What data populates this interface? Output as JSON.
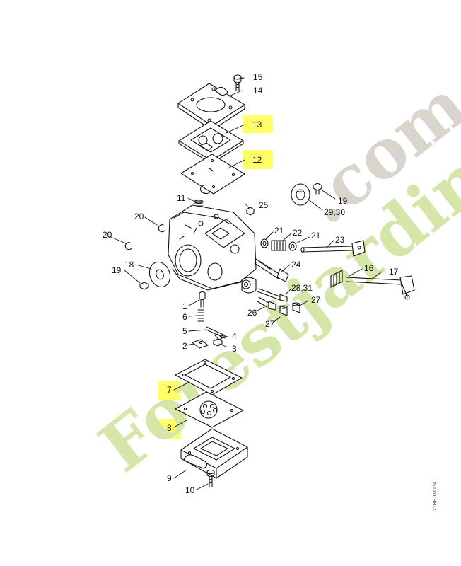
{
  "callouts": {
    "c1": "1",
    "c2": "2",
    "c3": "3",
    "c4": "4",
    "c5": "5",
    "c6": "6",
    "c7": "7",
    "c8": "8",
    "c9": "9",
    "c10": "10",
    "c11": "11",
    "c12": "12",
    "c13": "13",
    "c14": "14",
    "c15": "15",
    "c16": "16",
    "c17": "17",
    "c18": "18",
    "c19a": "19",
    "c19b": "19",
    "c20a": "20",
    "c20b": "20",
    "c21a": "21",
    "c21b": "21",
    "c22": "22",
    "c23": "23",
    "c24": "24",
    "c25": "25",
    "c26": "26",
    "c27a": "27",
    "c27b": "27",
    "c2830": "28,31",
    "c2930": "29,30"
  },
  "highlighted": [
    "13",
    "12",
    "7",
    "8"
  ],
  "colors": {
    "highlight": "#ffff66",
    "watermark_green": "#d4e6a8",
    "watermark_gray": "#d9d4cc",
    "watermark_orange": "#f4c9a0"
  },
  "watermark": {
    "text_main": "Forestjardin",
    "text_tld": ".com"
  },
  "drawing_code": "21BE7030 SC"
}
